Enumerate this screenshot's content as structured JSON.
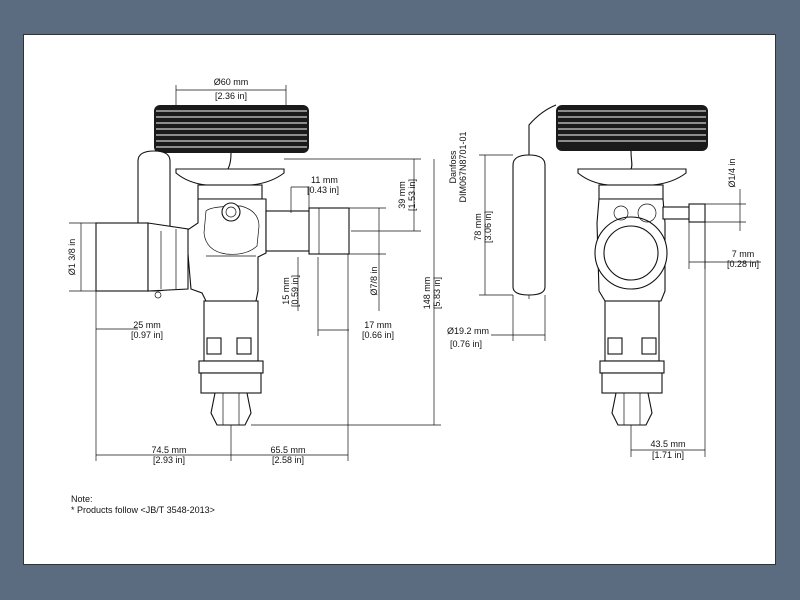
{
  "drawing": {
    "side_label": [
      "Danfoss",
      "DIM067N8701-01"
    ],
    "dims": {
      "diaphragm_dia": [
        "Ø60 mm",
        "[2.36 in]"
      ],
      "outlet_offset": [
        "11 mm",
        "[0.43 in]"
      ],
      "cap_height": [
        "39 mm",
        "[1.53 in]"
      ],
      "inlet_size": "Ø1 3/8 in",
      "body_offset": [
        "15 mm",
        "[0.59 in]"
      ],
      "outlet_size": "Ø7/8 in",
      "total_height": [
        "148 mm",
        "[5.83 in]"
      ],
      "inlet_stub": [
        "25 mm",
        "[0.97 in]"
      ],
      "outlet_stub": [
        "17 mm",
        "[0.66 in]"
      ],
      "left_width": [
        "74.5 mm",
        "[2.93 in]"
      ],
      "right_width": [
        "65.5 mm",
        "[2.58 in]"
      ],
      "bulb_length": [
        "78 mm",
        "[3.06 in]"
      ],
      "bulb_dia": [
        "Ø19.2 mm",
        "[0.76 in]"
      ],
      "equalizer_size": "Ø1/4 in",
      "equalizer_stub": [
        "7 mm",
        "[0.28 in]"
      ],
      "side_width": [
        "43.5 mm",
        "[1.71 in]"
      ]
    },
    "note_title": "Note:",
    "note_text": "* Products follow <JB/T 3548-2013>"
  }
}
